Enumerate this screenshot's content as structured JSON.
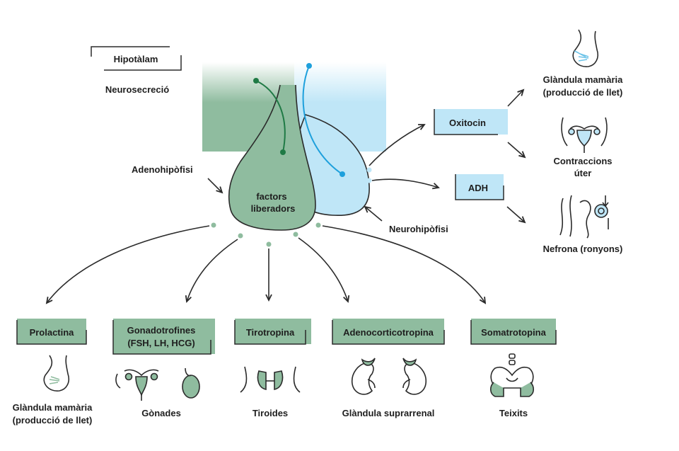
{
  "colors": {
    "green": "#8fbc9f",
    "green_dark": "#1f7a45",
    "blue": "#bfe6f7",
    "blue_dark": "#1ea0dc",
    "line": "#2b2b2b"
  },
  "hypothalamus": {
    "title": "Hipotàlam",
    "subtitle": "Neurosecreció"
  },
  "gland": {
    "adeno_label": "Adenohipòfisi",
    "neuro_label": "Neurohipòfisi",
    "center_line1": "factors",
    "center_line2": "liberadors"
  },
  "neuro_outputs": {
    "oxitocin": "Oxitocin",
    "adh": "ADH"
  },
  "neuro_targets": {
    "mammary_line1": "Glàndula mamària",
    "mammary_line2": "(producció de llet)",
    "uterus_line1": "Contraccions",
    "uterus_line2": "úter",
    "nephron": "Nefrona (ronyons)"
  },
  "hormones": {
    "prolactina": "Prolactina",
    "gonado_line1": "Gonadotrofines",
    "gonado_line2": "(FSH, LH, HCG)",
    "tirotropina": "Tirotropina",
    "adeno": "Adenocorticotropina",
    "somato": "Somatrotopina"
  },
  "targets": {
    "mammary_line1": "Glàndula mamària",
    "mammary_line2": "(producció de llet)",
    "gonades": "Gònades",
    "tiroides": "Tiroides",
    "suprarrenal": "Glàndula suprarrenal",
    "teixits": "Teixits"
  }
}
